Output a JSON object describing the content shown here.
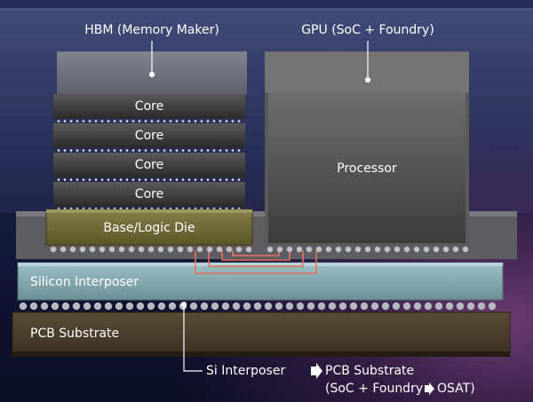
{
  "labels": {
    "hbm": "HBM (Memory Maker)",
    "gpu": "GPU (SoC + Foundry)",
    "core": "Core",
    "base": "Base/Logic Die",
    "processor": "Processor",
    "interposer": "Silicon Interposer",
    "pcb": "PCB Substrate",
    "note_line1_a": "Si Interposer",
    "note_line1_b": "PCB Substrate",
    "note_line2": "(SoC + Foundry",
    "note_line2_b": "OSAT)"
  },
  "colors": {
    "accent_wire": "#e8705e",
    "base_die": "#6f6a36",
    "interposer": "#7fa3aa",
    "pcb": "#4a4030"
  }
}
